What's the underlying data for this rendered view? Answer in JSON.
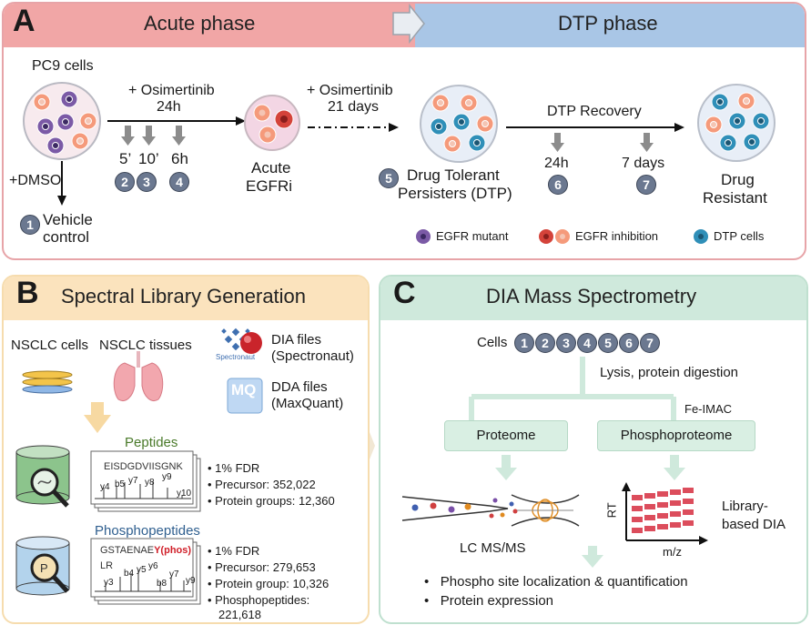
{
  "panel_a": {
    "letter": "A",
    "acute_title": "Acute phase",
    "dtp_title": "DTP phase",
    "pc9": "PC9 cells",
    "osi1_line1": "+ Osimertinib",
    "osi1_line2": "24h",
    "t1": "5’",
    "t2": "10’",
    "t3": "6h",
    "acute_line1": "Acute",
    "acute_line2": "EGFRi",
    "osi2_line1": "+ Osimertinib",
    "osi2_line2": "21 days",
    "dtp_line1": "Drug Tolerant",
    "dtp_line2": "Persisters (DTP)",
    "recovery": "DTP Recovery",
    "r1": "24h",
    "r2": "7 days",
    "resist_line1": "Drug",
    "resist_line2": "Resistant",
    "dmso": "+DMSO",
    "vehicle_line1": "Vehicle",
    "vehicle_line2": "control",
    "legend": [
      "EGFR mutant",
      "EGFR inhibition",
      "DTP cells"
    ],
    "nums": [
      "1",
      "2",
      "3",
      "4",
      "5",
      "6",
      "7"
    ]
  },
  "panel_b": {
    "letter": "B",
    "title": "Spectral Library Generation",
    "nsclc_cells": "NSCLC cells",
    "nsclc_tissues": "NSCLC tissues",
    "spectronaut_logo": "Spectronaut",
    "dia_files_line1": "DIA files",
    "dia_files_line2": "(Spectronaut)",
    "mq_logo": "MQ",
    "dda_files_line1": "DDA files",
    "dda_files_line2": "(MaxQuant)",
    "peptides": "Peptides",
    "peptide_seq": "EISDGDVIISGNK",
    "pep_ions": [
      "y4",
      "b5",
      "y7",
      "y8",
      "y9",
      "y10"
    ],
    "pep_stats": [
      "1% FDR",
      "Precursor: 352,022",
      "Protein groups: 12,360"
    ],
    "phospho": "Phosphopeptides",
    "phos_seq_a": "GSTAENAE",
    "phos_seq_b": "Y(phos)",
    "phos_seq_c": "LR",
    "phos_ions": [
      "y3",
      "b4",
      "y5",
      "y6",
      "b8",
      "y7",
      "y9"
    ],
    "phos_stats": [
      "1% FDR",
      "Precursor: 279,653",
      "Protein group: 10,326",
      "Phosphopeptides:",
      "221,618"
    ]
  },
  "panel_c": {
    "letter": "C",
    "title": "DIA Mass Spectrometry",
    "cells": "Cells",
    "lysis": "Lysis, protein digestion",
    "feimac": "Fe-IMAC",
    "proteome": "Proteome",
    "phosphoproteome": "Phosphoproteome",
    "lcms": "LC MS/MS",
    "rt": "RT",
    "mz": "m/z",
    "lib_line1": "Library-",
    "lib_line2": "based DIA",
    "outputs": [
      "Phospho site localization & quantification",
      "Protein expression"
    ]
  },
  "colors": {
    "acute_header": "#f1a6a6",
    "dtp_header": "#a9c6e6",
    "b_header": "#fbe3bd",
    "c_header": "#cfe9dc",
    "egfr_mutant": "#7b5aa6",
    "egfr_inhibition": "#e0553f",
    "dtp_cells": "#2f8fb8",
    "number_badge": "#6b7890"
  }
}
